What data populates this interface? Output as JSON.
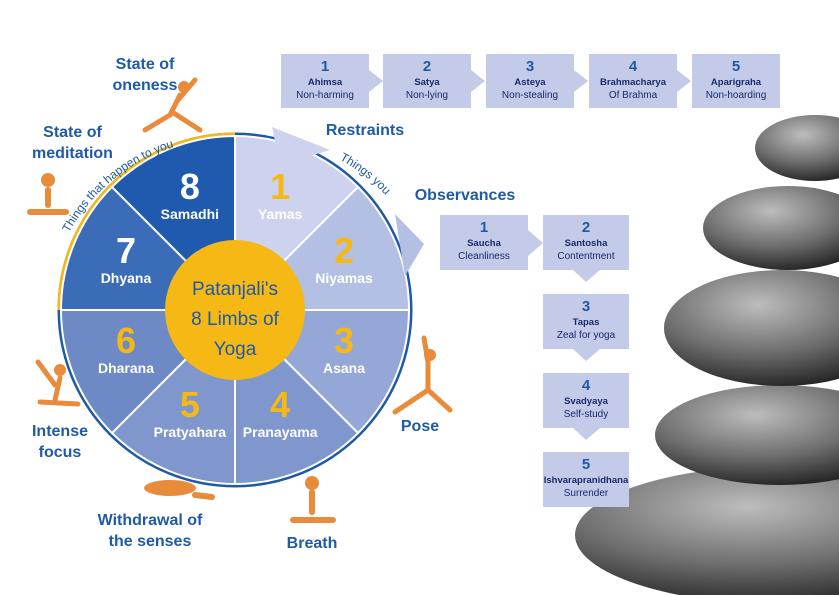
{
  "center": {
    "line1": "Patanjali's",
    "line2": "8 Limbs of",
    "line3": "Yoga"
  },
  "limbs": [
    {
      "num": "1",
      "name": "Yamas"
    },
    {
      "num": "2",
      "name": "Niyamas"
    },
    {
      "num": "3",
      "name": "Asana"
    },
    {
      "num": "4",
      "name": "Pranayama"
    },
    {
      "num": "5",
      "name": "Pratyahara"
    },
    {
      "num": "6",
      "name": "Dharana"
    },
    {
      "num": "7",
      "name": "Dhyana"
    },
    {
      "num": "8",
      "name": "Samadhi"
    }
  ],
  "arc_labels": {
    "left": "Things that happen to you",
    "right": "Things you do"
  },
  "outer_labels": {
    "restraints": "Restraints",
    "observances": "Observances",
    "pose": "Pose",
    "breath": "Breath",
    "withdrawal": "Withdrawal of the senses",
    "focus": "Intense focus",
    "meditation": "State of meditation",
    "oneness": "State of oneness"
  },
  "yamas": [
    {
      "num": "1",
      "title": "Ahimsa",
      "desc": "Non-harming"
    },
    {
      "num": "2",
      "title": "Satya",
      "desc": "Non-lying"
    },
    {
      "num": "3",
      "title": "Asteya",
      "desc": "Non-stealing"
    },
    {
      "num": "4",
      "title": "Brahmacharya",
      "desc": "Of Brahma"
    },
    {
      "num": "5",
      "title": "Aparigraha",
      "desc": "Non-hoarding"
    }
  ],
  "niyamas": [
    {
      "num": "1",
      "title": "Saucha",
      "desc": "Cleanliness"
    },
    {
      "num": "2",
      "title": "Santosha",
      "desc": "Contentment"
    },
    {
      "num": "3",
      "title": "Tapas",
      "desc": "Zeal for yoga"
    },
    {
      "num": "4",
      "title": "Svadyaya",
      "desc": "Self-study"
    },
    {
      "num": "5",
      "title": "Ishvarapranidhana",
      "desc": "Surrender"
    }
  ],
  "colors": {
    "samadhi": "#1f5aae",
    "dhyana": "#3a6cb8",
    "dharana": "#6d89c6",
    "pratyahara": "#7f97cc",
    "pranayama": "#7f97cc",
    "asana": "#94a7d6",
    "niyamas": "#b3bfe3",
    "yamas": "#cdd3ee",
    "center": "#f5b815",
    "accent": "#1f5aa6",
    "box": "#c3cbe8"
  }
}
